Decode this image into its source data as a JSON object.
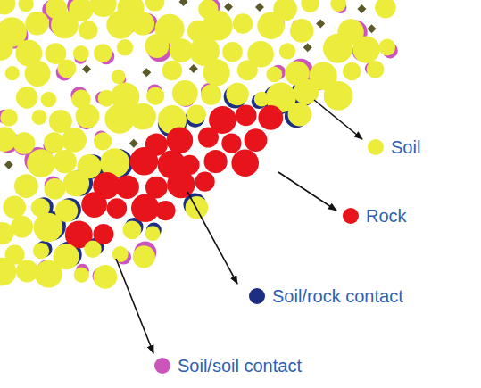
{
  "diagram": {
    "legend": [
      {
        "text": "Soil",
        "color": "#ecec3c"
      },
      {
        "text": "Rock",
        "color": "#e8141c"
      },
      {
        "text": "Soil/rock contact",
        "color": "#1c2f80"
      },
      {
        "text": "Soil/soil contact",
        "color": "#cc55bb"
      }
    ]
  }
}
